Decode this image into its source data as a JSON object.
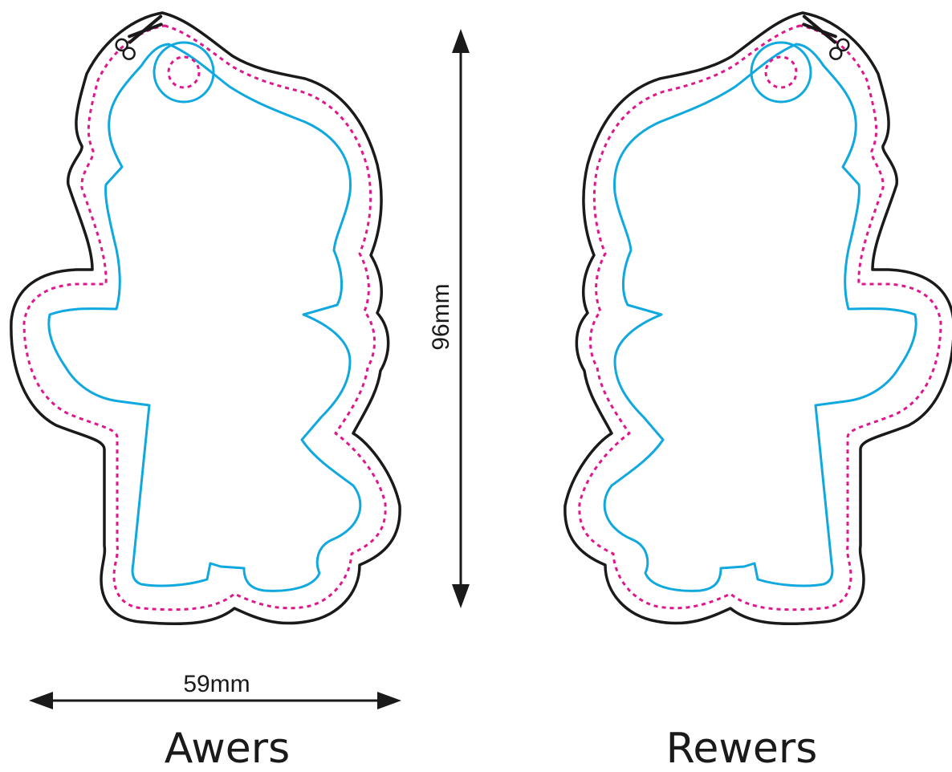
{
  "dimensions": {
    "height_label": "96mm",
    "width_label": "59mm"
  },
  "sides": {
    "front_label": "Awers",
    "back_label": "Rewers"
  },
  "colors": {
    "cut_line": "#1a1a1a",
    "bleed_line": "#e0168c",
    "safe_line": "#0fa8df"
  },
  "icons": [
    "scissors-icon",
    "arrow-head-icon"
  ]
}
